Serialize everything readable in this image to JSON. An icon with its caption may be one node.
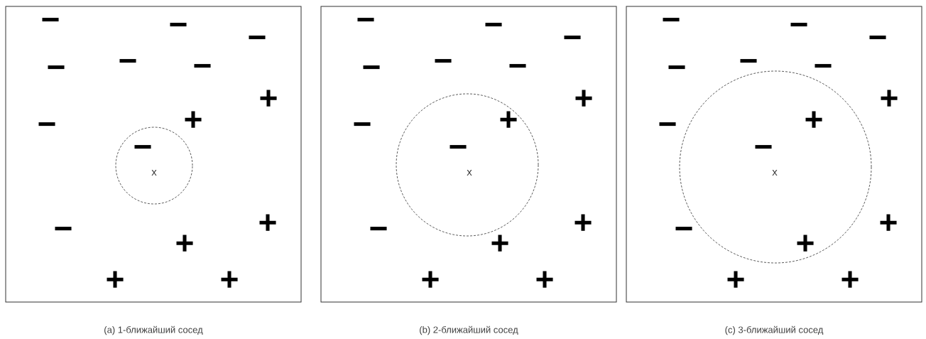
{
  "diagram": {
    "nodes": [
      {
        "text": [
          "(a) 1-ближайший сосед"
        ]
      },
      {
        "text": [
          "x"
        ],
        "in": 0
      },
      {
        "text": [
          "(b) 2-ближайший сосед"
        ]
      },
      {
        "text": [
          "x"
        ],
        "in": 2
      },
      {
        "text": [
          "(c) 3-ближайший сосед"
        ]
      },
      {
        "text": [
          "x"
        ],
        "in": 4
      }
    ],
    "labels": [
      "−",
      "−",
      "−",
      "−",
      "−",
      "−",
      "+",
      "+",
      "−",
      "−",
      "+",
      "−",
      "+",
      "+",
      "+",
      "−",
      "−",
      "−",
      "−",
      "−",
      "−",
      "+",
      "+",
      "−",
      "−",
      "+",
      "−",
      "+",
      "+",
      "+",
      "−",
      "−",
      "−",
      "−",
      "−",
      "−",
      "+",
      "+",
      "−",
      "−",
      "+",
      "−",
      "+",
      "+",
      "+"
    ]
  }
}
